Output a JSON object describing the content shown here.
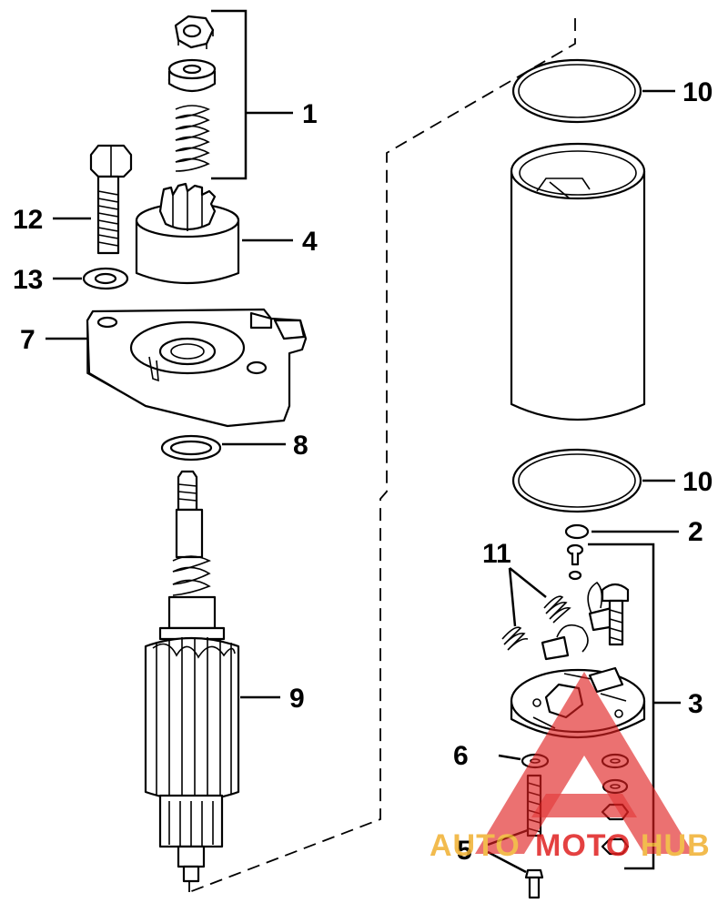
{
  "callouts": {
    "c1": "1",
    "c2": "2",
    "c3": "3",
    "c4": "4",
    "c5": "5",
    "c6": "6",
    "c7": "7",
    "c8": "8",
    "c9": "9",
    "c10_top": "10",
    "c10_bottom": "10",
    "c11": "11",
    "c12": "12",
    "c13": "13"
  },
  "watermark": {
    "part1": "AUTO",
    "part2": "MOTO",
    "part3": "HUB",
    "color_red": "#e02020",
    "color_gold": "#f0b030"
  }
}
